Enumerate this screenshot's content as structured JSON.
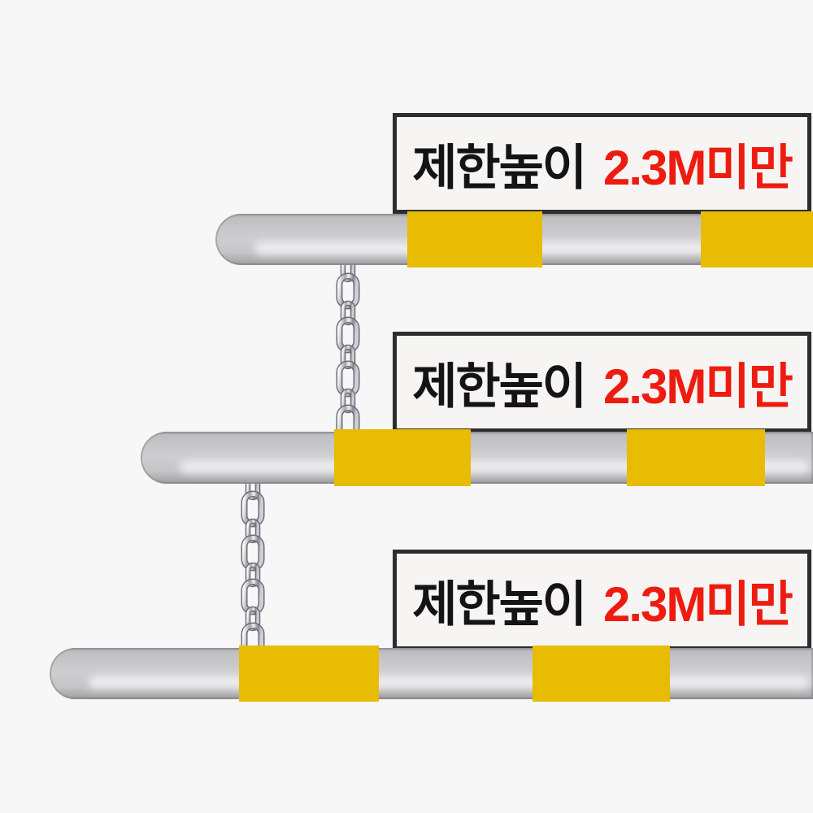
{
  "colors": {
    "page_background": "#f7f7f7",
    "bar_gray": "#c9c8cb",
    "stripe_yellow": "#e8bc02",
    "sign_background": "#f6f5f3",
    "sign_border": "#2d2d2d",
    "sign_text_black": "#141414",
    "sign_text_red": "#ee1c10",
    "chain_silver_light": "#f2f2f5",
    "chain_silver_dark": "#6e6e76"
  },
  "icons": {
    "chain": "chain-icon"
  },
  "rows": [
    {
      "sign": {
        "prefix": "제한높이",
        "value": "2.3M미만"
      }
    },
    {
      "sign": {
        "prefix": "제한높이",
        "value": "2.3M미만"
      }
    },
    {
      "sign": {
        "prefix": "제한높이",
        "value": "2.3M미만"
      }
    }
  ]
}
